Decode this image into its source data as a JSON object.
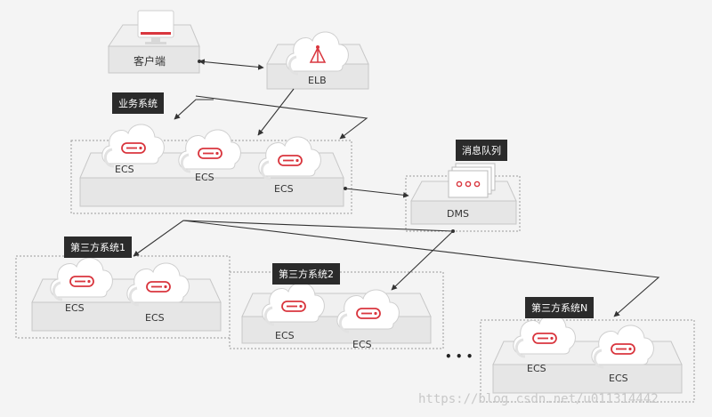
{
  "client_label": "客户端",
  "elb_label": "ELB",
  "business_tag": "业务系统",
  "mq_tag": "消息队列",
  "dms_label": "DMS",
  "third_tags": [
    "第三方系统1",
    "第三方系统2",
    "第三方系统N"
  ],
  "ecs_label": "ECS",
  "ellipsis": "• • •",
  "watermark": "https://blog.csdn.net/u011314442",
  "colors": {
    "accent": "#d9363e",
    "dark": "#2b2b2b",
    "line": "#333333"
  }
}
